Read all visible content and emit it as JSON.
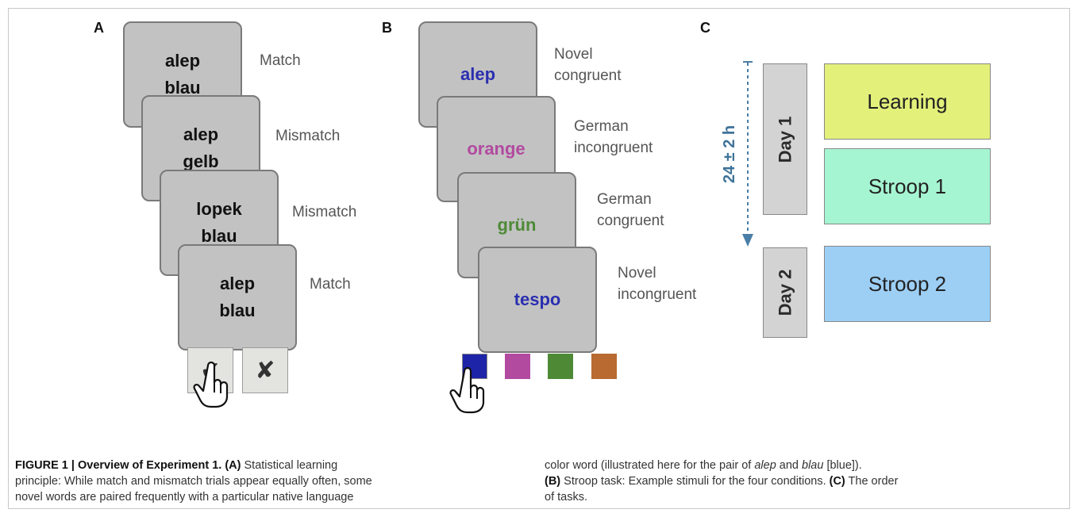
{
  "panels": {
    "a": {
      "letter": "A",
      "cards": [
        {
          "word1": "alep",
          "word2": "blau",
          "label": "Match"
        },
        {
          "word1": "alep",
          "word2": "gelb",
          "label": "Mismatch"
        },
        {
          "word1": "lopek",
          "word2": "blau",
          "label": "Mismatch"
        },
        {
          "word1": "alep",
          "word2": "blau",
          "label": "Match"
        }
      ],
      "buttons": {
        "yes": "✔",
        "no": "✘"
      }
    },
    "b": {
      "letter": "B",
      "cards": [
        {
          "word": "alep",
          "color": "#2a2fb0",
          "label1": "Novel",
          "label2": "congruent"
        },
        {
          "word": "orange",
          "color": "#b24aa0",
          "label1": "German",
          "label2": "incongruent"
        },
        {
          "word": "grün",
          "color": "#4e8a36",
          "label1": "German",
          "label2": "congruent"
        },
        {
          "word": "tespo",
          "color": "#2a2fb0",
          "label1": "Novel",
          "label2": "incongruent"
        }
      ],
      "swatches": [
        "#1e24a8",
        "#b24aa0",
        "#4e8a36",
        "#b86a30"
      ]
    },
    "c": {
      "letter": "C",
      "time_label": "24 ± 2 h",
      "days": [
        "Day 1",
        "Day 2"
      ],
      "tasks": [
        {
          "label": "Learning",
          "color": "#e3f07a"
        },
        {
          "label": "Stroop 1",
          "color": "#a6f5d2"
        },
        {
          "label": "Stroop 2",
          "color": "#9dcff5"
        }
      ]
    }
  },
  "caption": {
    "fig_label": "FIGURE 1 | Overview of Experiment 1.",
    "a_tag": "(A)",
    "left_text1": " Statistical learning",
    "left_line2": "principle: While match and mismatch trials appear equally often, some",
    "left_line3": "novel words are paired frequently with a particular native language",
    "right_line1_pre": "color word (illustrated here for the pair of ",
    "right_italic1": "alep",
    "right_and": " and ",
    "right_italic2": "blau",
    "right_line1_post": " [blue]).",
    "b_tag": "(B)",
    "right_line2": " Stroop task: Example stimuli for the four conditions. ",
    "c_tag": "(C)",
    "right_line2_end": " The order",
    "right_line3": "of tasks."
  }
}
